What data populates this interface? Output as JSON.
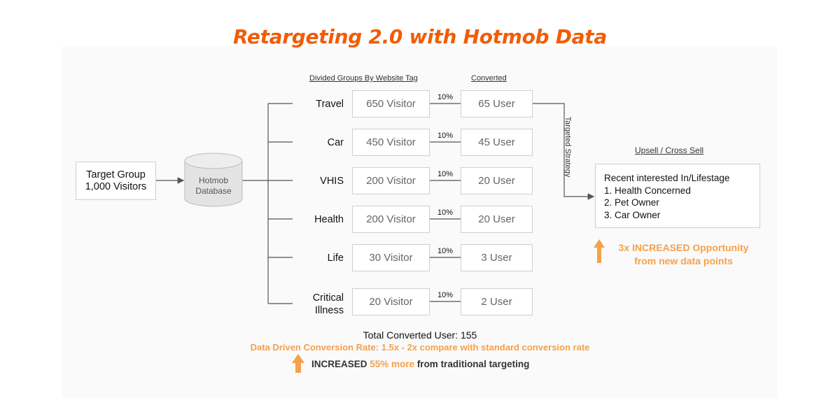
{
  "title": "Retargeting 2.0 with Hotmob Data",
  "headers": {
    "groups": "Divided Groups  By Website Tag",
    "converted": "Converted"
  },
  "target_group": {
    "line1": "Target Group",
    "line2": "1,000 Visitors"
  },
  "database": {
    "line1": "Hotmob",
    "line2": "Database"
  },
  "groups": [
    {
      "category": [
        "Travel"
      ],
      "visitors": "650 Visitor",
      "rate": "10%",
      "users": "65 User"
    },
    {
      "category": [
        "Car"
      ],
      "visitors": "450 Visitor",
      "rate": "10%",
      "users": "45 User"
    },
    {
      "category": [
        "VHIS"
      ],
      "visitors": "200 Visitor",
      "rate": "10%",
      "users": "20 User"
    },
    {
      "category": [
        "Health"
      ],
      "visitors": "200 Visitor",
      "rate": "10%",
      "users": "20 User"
    },
    {
      "category": [
        "Life"
      ],
      "visitors": "30 Visitor",
      "rate": "10%",
      "users": "3 User"
    },
    {
      "category": [
        "Critical",
        "Illness"
      ],
      "visitors": "20 Visitor",
      "rate": "10%",
      "users": "2 User"
    }
  ],
  "strategy_label": "Targeted Strategy",
  "upsell": {
    "header": "Upsell / Cross Sell",
    "lines": [
      "Recent interested In/Lifestage",
      "1. Health Concerned",
      "2. Pet Owner",
      "3. Car Owner"
    ]
  },
  "opportunity": {
    "line1": "3x INCREASED Opportunity",
    "line2": "from new data points"
  },
  "total": "Total Converted User: 155",
  "conversion_note": "Data Driven Conversion Rate: 1.5x - 2x compare with standard conversion rate",
  "increase": {
    "prefix": "INCREASED ",
    "highlight": "55% more",
    "suffix": " from traditional targeting"
  },
  "colors": {
    "title": "#f25c05",
    "accent": "#f7a04a",
    "border": "#cfcfcf",
    "line": "#555555"
  }
}
